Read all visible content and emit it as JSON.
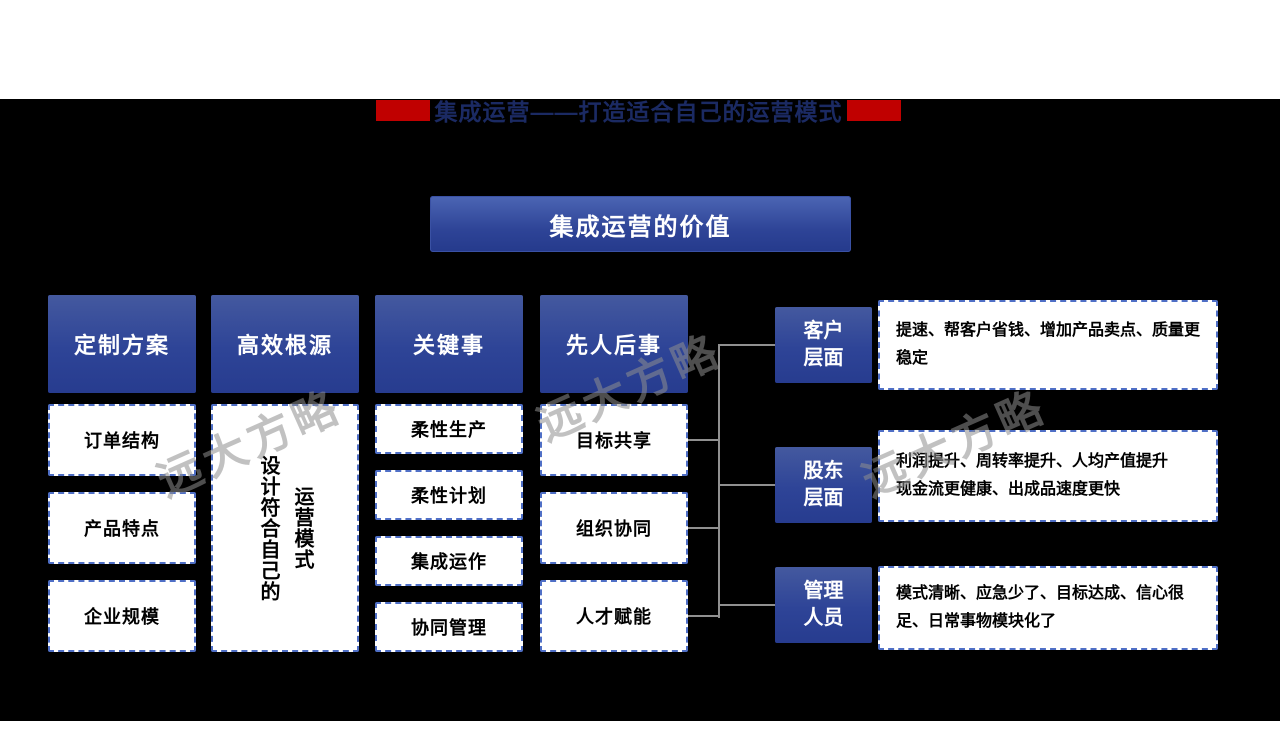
{
  "banner": {
    "title": "集成运营——打造适合自己的运营模式",
    "accent_color": "#c00000"
  },
  "value_box": {
    "label": "集成运营的价值"
  },
  "columns": [
    {
      "header": "定制方案",
      "items": [
        "订单结构",
        "产品特点",
        "企业规模"
      ]
    },
    {
      "header": "高效根源",
      "items": [
        "设计符合自己的\n运营模式"
      ]
    },
    {
      "header": "关键事",
      "items": [
        "柔性生产",
        "柔性计划",
        "集成运作",
        "协同管理"
      ]
    },
    {
      "header": "先人后事",
      "items": [
        "目标共享",
        "组织协同",
        "人才赋能"
      ]
    }
  ],
  "outcomes": [
    {
      "label": "客户\n层面",
      "text": "提速、帮客户省钱、增加产品卖点、质量更稳定"
    },
    {
      "label": "股东\n层面",
      "text": "利润提升、周转率提升、人均产值提升\n现金流更健康、出成品速度更快"
    },
    {
      "label": "管理\n人员",
      "text": "模式清晰、应急少了、目标达成、信心很足、日常事物模块化了"
    }
  ],
  "watermark": {
    "text": "远大方略"
  },
  "colors": {
    "primary_blue": "#2e4497",
    "dashed_border": "#4f6fc6",
    "background": "#000000",
    "accent_red": "#c00000"
  }
}
